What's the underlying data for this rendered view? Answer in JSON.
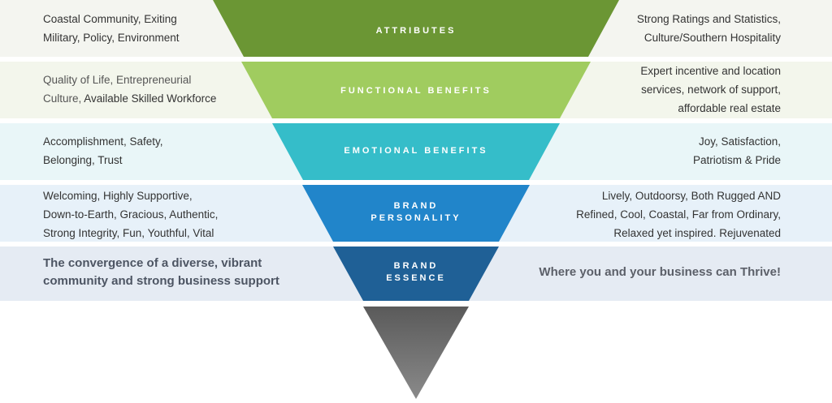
{
  "colors": {
    "band_light": "#f5f6f1",
    "band_functional": "#f3f6ec",
    "band_emotional": "#e8f5f7",
    "band_personality": "#e6f1f9",
    "band_essence": "#e4ebf3",
    "attributes": "#6c9533",
    "functional": "#9fcb5e",
    "emotional": "#33bcc8",
    "personality": "#1f84c9",
    "essence": "#1f5f95",
    "tip": "#666666"
  },
  "levels": [
    {
      "id": "attributes",
      "title_lines": [
        "ATTRIBUTES"
      ],
      "left": [
        "Coastal Community, Exiting",
        "Military,  Policy, Environment"
      ],
      "right": [
        "Strong Ratings and Statistics,",
        "Culture/Southern Hospitality"
      ]
    },
    {
      "id": "functional-benefits",
      "title_lines": [
        "FUNCTIONAL BENEFITS"
      ],
      "left_line1": "Quality of Life, Entrepreneurial",
      "left_line2_a": "Culture, ",
      "left_line2_b": "Available Skilled Workforce",
      "right": [
        "Expert incentive and location",
        "services,  network of support,",
        "affordable real estate"
      ]
    },
    {
      "id": "emotional-benefits",
      "title_lines": [
        "EMOTIONAL BENEFITS"
      ],
      "left": [
        "Accomplishment, Safety,",
        "Belonging, Trust"
      ],
      "right": [
        "Joy, Satisfaction,",
        "Patriotism & Pride"
      ]
    },
    {
      "id": "brand-personality",
      "title_lines": [
        "BRAND",
        "PERSONALITY"
      ],
      "left": [
        "Welcoming, Highly Supportive,",
        "Down-to-Earth, Gracious, Authentic,",
        "Strong Integrity, Fun, Youthful, Vital"
      ],
      "right": [
        "Lively, Outdoorsy,  Both Rugged AND",
        "Refined, Cool, Coastal, Far from Ordinary,",
        "Relaxed yet inspired. Rejuvenated"
      ]
    },
    {
      "id": "brand-essence",
      "title_lines": [
        "BRAND",
        "ESSENCE"
      ],
      "left": [
        "The convergence of a diverse, vibrant",
        "community and strong business support"
      ],
      "right": [
        "Where you and your business can Thrive!"
      ]
    }
  ]
}
